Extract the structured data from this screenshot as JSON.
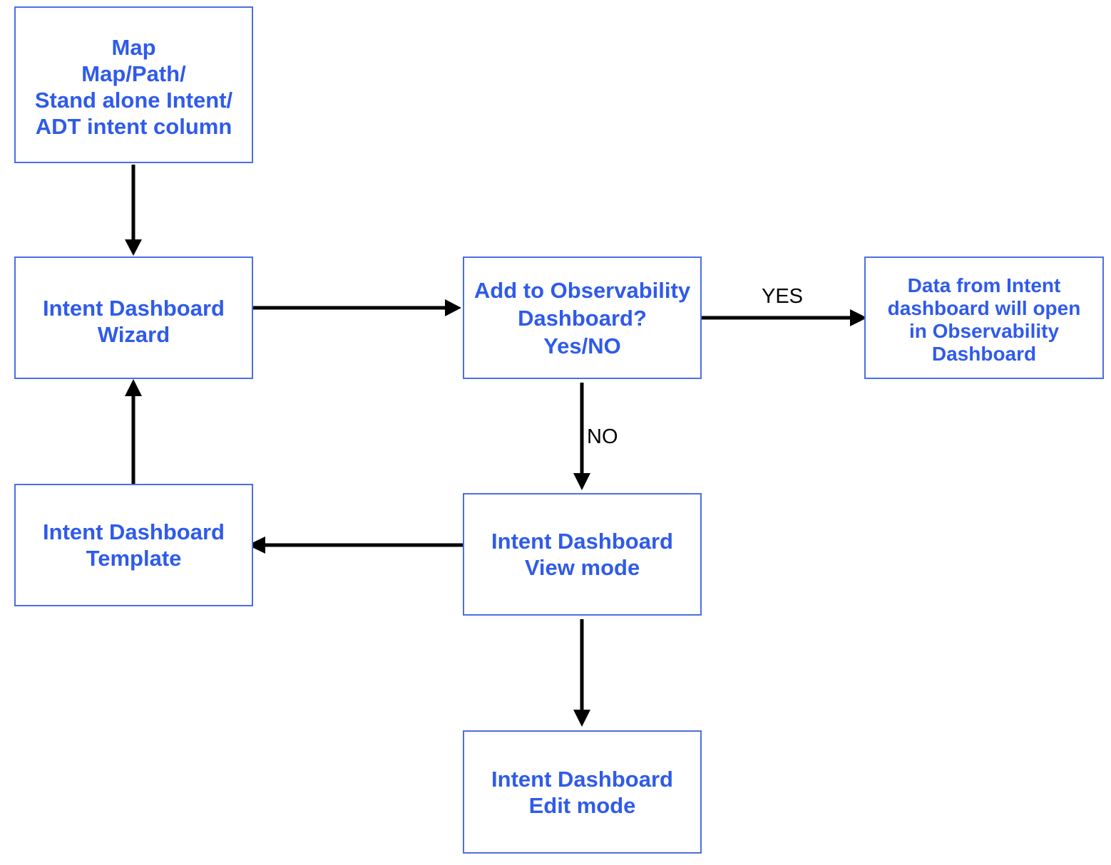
{
  "nodes": {
    "source": {
      "lines": [
        "Map",
        "Map/Path/",
        "Stand alone Intent/",
        "ADT intent column"
      ]
    },
    "wizard": {
      "lines": [
        "Intent Dashboard",
        "Wizard"
      ]
    },
    "decision": {
      "lines": [
        "Add to Observability",
        "Dashboard?",
        "Yes/NO"
      ]
    },
    "observability": {
      "lines": [
        "Data from Intent",
        "dashboard will open",
        "in Observability",
        "Dashboard"
      ]
    },
    "template": {
      "lines": [
        "Intent Dashboard",
        "Template"
      ]
    },
    "view_mode": {
      "lines": [
        "Intent Dashboard",
        "View mode"
      ]
    },
    "edit_mode": {
      "lines": [
        "Intent Dashboard",
        "Edit mode"
      ]
    }
  },
  "edges": {
    "yes_label": "YES",
    "no_label": "NO"
  },
  "colors": {
    "node_text": "#2f5bea",
    "node_border": "#4a6fe0",
    "arrow": "#000000"
  }
}
